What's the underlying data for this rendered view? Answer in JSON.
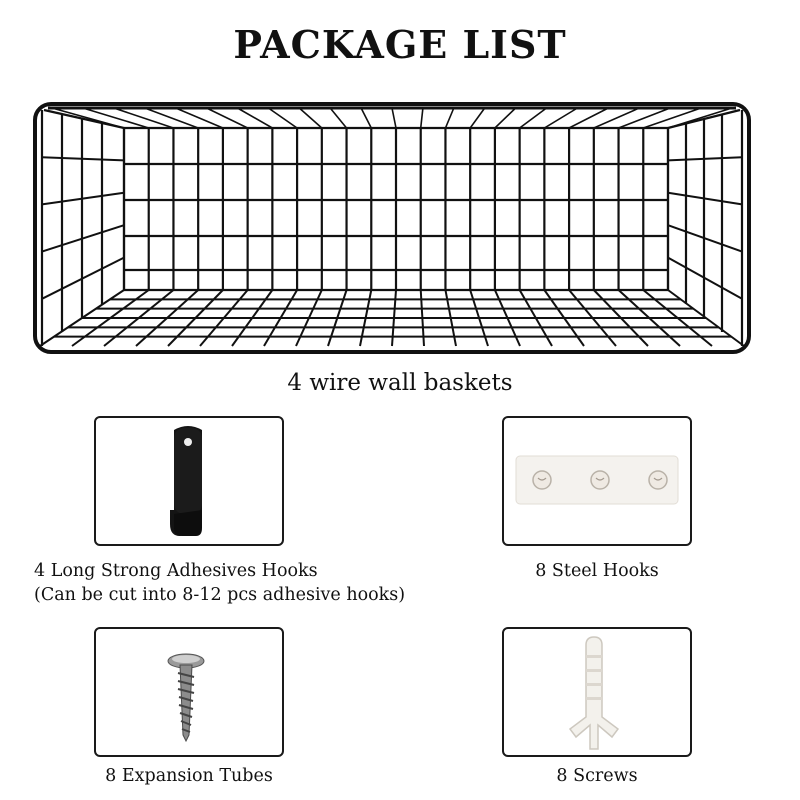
{
  "title": "PACKAGE LIST",
  "basket": {
    "caption": "4 wire wall baskets",
    "icon": "wire-basket"
  },
  "items": [
    {
      "caption": "4 Long Strong Adhesives Hooks",
      "subcaption": "(Can be cut into 8-12 pcs adhesive hooks)",
      "icon": "adhesive-hook"
    },
    {
      "caption": "8 Steel Hooks",
      "icon": "steel-hooks-strip"
    },
    {
      "caption": "8 Expansion Tubes",
      "icon": "screw"
    },
    {
      "caption": "8 Screws",
      "icon": "expansion-tube"
    }
  ],
  "colors": {
    "wire": "#111111",
    "frame": "#1a1a1a",
    "background": "#ffffff"
  }
}
